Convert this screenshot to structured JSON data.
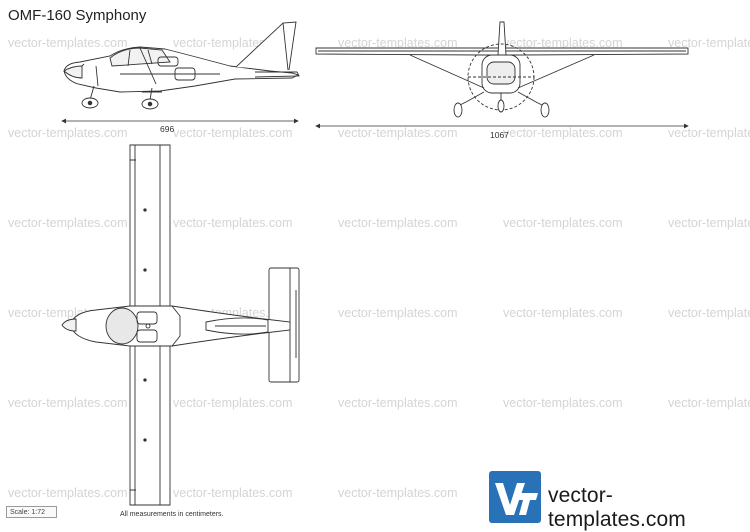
{
  "title": "OMF-160 Symphony",
  "dimensions": {
    "length": "696",
    "wingspan": "1067"
  },
  "scale_label": "Scale: 1:72",
  "note": "All measurements in centimeters.",
  "watermark": "vector-templates.com",
  "brand": {
    "name": "vector-templates.com",
    "logo_text": "VT",
    "color": "#2a72b8"
  }
}
